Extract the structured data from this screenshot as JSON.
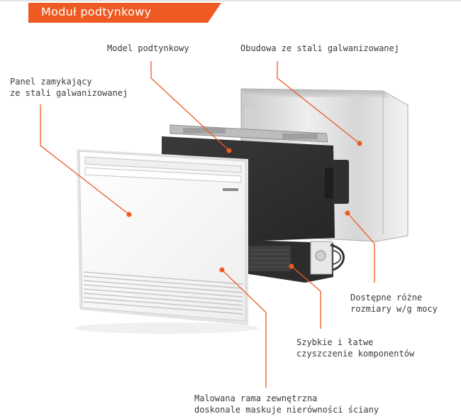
{
  "banner": {
    "title": "Moduł podtynkowy"
  },
  "labels": {
    "model": "Model podtynkowy",
    "housing": "Obudowa ze stali galwanizowanej",
    "panel_line1": "Panel zamykający",
    "panel_line2": "ze stali galwanizowanej",
    "sizes_line1": "Dostępne różne",
    "sizes_line2": "rozmiary w/g mocy",
    "cleaning_line1": "Szybkie i łatwe",
    "cleaning_line2": "czyszczenie komponentów",
    "frame_line1": "Malowana rama zewnętrzna",
    "frame_line2": "doskonale maskuje nierówności ściany"
  },
  "colors": {
    "accent": "#ee5a22",
    "text": "#3a3a3a"
  }
}
